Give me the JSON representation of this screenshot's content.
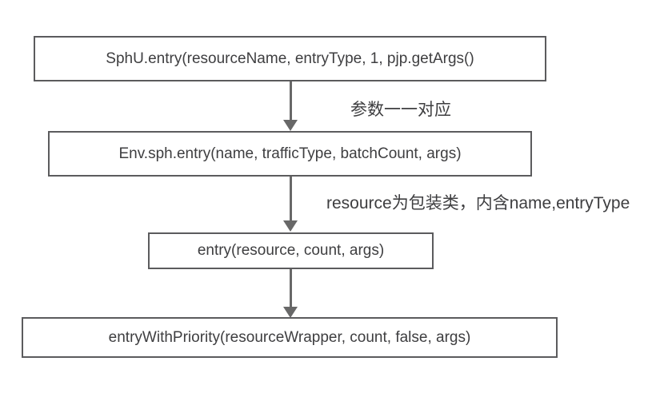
{
  "colors": {
    "background": "#ffffff",
    "node_border": "#5b5b5d",
    "node_fill": "#ffffff",
    "arrow": "#686868",
    "text": "#3e3e40"
  },
  "diagram": {
    "type": "flowchart-vertical",
    "nodes": [
      {
        "label": "SphU.entry(resourceName, entryType, 1, pjp.getArgs()"
      },
      {
        "label": "Env.sph.entry(name, trafficType, batchCount, args)"
      },
      {
        "label": "entry(resource, count, args)"
      },
      {
        "label": "entryWithPriority(resourceWrapper, count, false, args)"
      }
    ],
    "edges": [
      {
        "from": 0,
        "to": 1,
        "label": "参数一一对应"
      },
      {
        "from": 1,
        "to": 2,
        "label": "resource为包装类，内含name,entryType"
      },
      {
        "from": 2,
        "to": 3,
        "label": ""
      }
    ]
  }
}
